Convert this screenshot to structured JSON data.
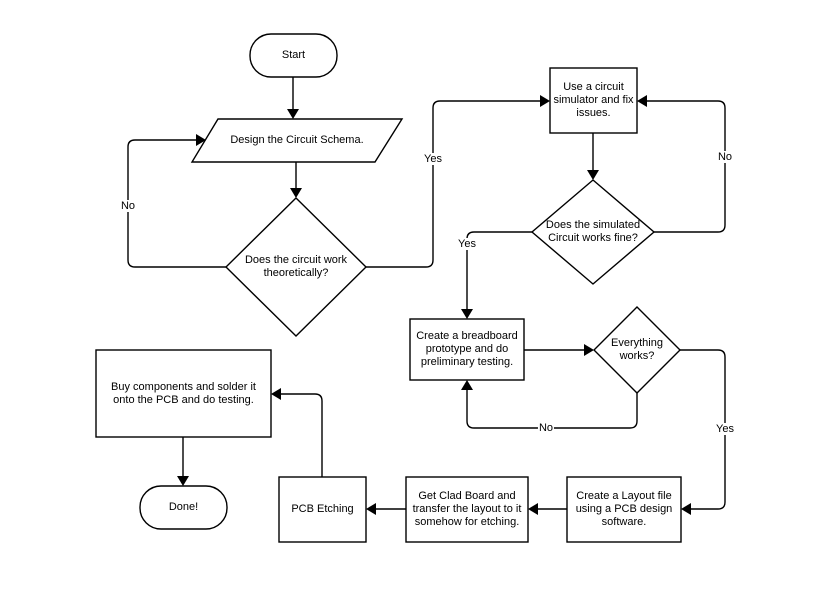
{
  "nodes": {
    "start": "Start",
    "design": "Design the Circuit Schema.",
    "theory_check": "Does the circuit work\ntheoretically?",
    "simulator": "Use a circuit\nsimulator and fix\nissues.",
    "sim_check": "Does the simulated\nCircuit works fine?",
    "breadboard": "Create a breadboard\nprototype and do\npreliminary testing.",
    "everything_check": "Everything\nworks?",
    "layout": "Create a Layout file\nusing a PCB design\nsoftware.",
    "clad": "Get Clad Board and\ntransfer the layout to it\nsomehow for etching.",
    "etching": "PCB Etching",
    "buy": "Buy components and solder it\nonto the PCB and do testing.",
    "done": "Done!"
  },
  "edges": {
    "theory_no": "No",
    "theory_yes": "Yes",
    "sim_no": "No",
    "sim_yes": "Yes",
    "everything_no": "No",
    "everything_yes": "Yes"
  },
  "colors": {
    "stroke": "#000000",
    "fill": "#ffffff",
    "background": "#ffffff"
  }
}
